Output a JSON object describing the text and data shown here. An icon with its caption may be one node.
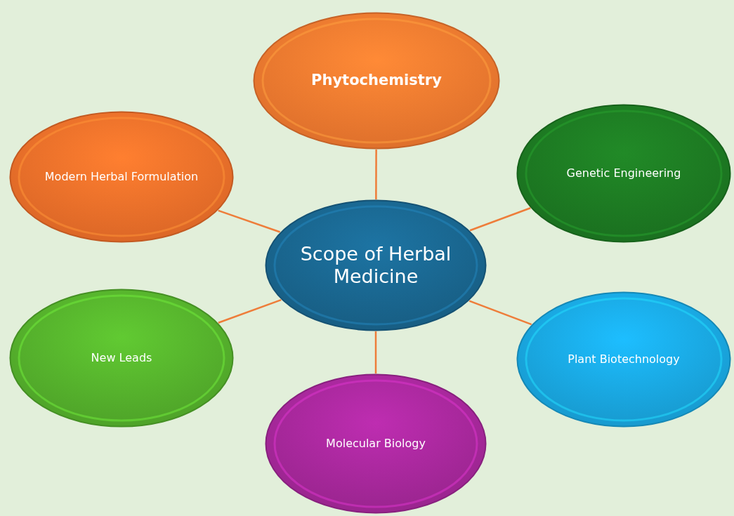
{
  "diagram": {
    "nodes": [
      {
        "text": [
          "Phytochemistry"
        ]
      },
      {
        "text": [
          "Modern Herbal Formulation"
        ]
      },
      {
        "text": [
          "Genetic Engineering"
        ]
      },
      {
        "text": [
          "Scope of Herbal Medicine"
        ]
      },
      {
        "text": [
          "New Leads"
        ]
      },
      {
        "text": [
          "Plant Biotechnology"
        ]
      },
      {
        "text": [
          "Molecular Biology"
        ]
      }
    ],
    "edges": [
      {
        "from": 3,
        "to": 0,
        "arrow": "none"
      },
      {
        "from": 3,
        "to": 1,
        "arrow": "none"
      },
      {
        "from": 3,
        "to": 2,
        "arrow": "none"
      },
      {
        "from": 3,
        "to": 4,
        "arrow": "none"
      },
      {
        "from": 3,
        "to": 5,
        "arrow": "none"
      },
      {
        "from": 3,
        "to": 6,
        "arrow": "none"
      }
    ]
  }
}
